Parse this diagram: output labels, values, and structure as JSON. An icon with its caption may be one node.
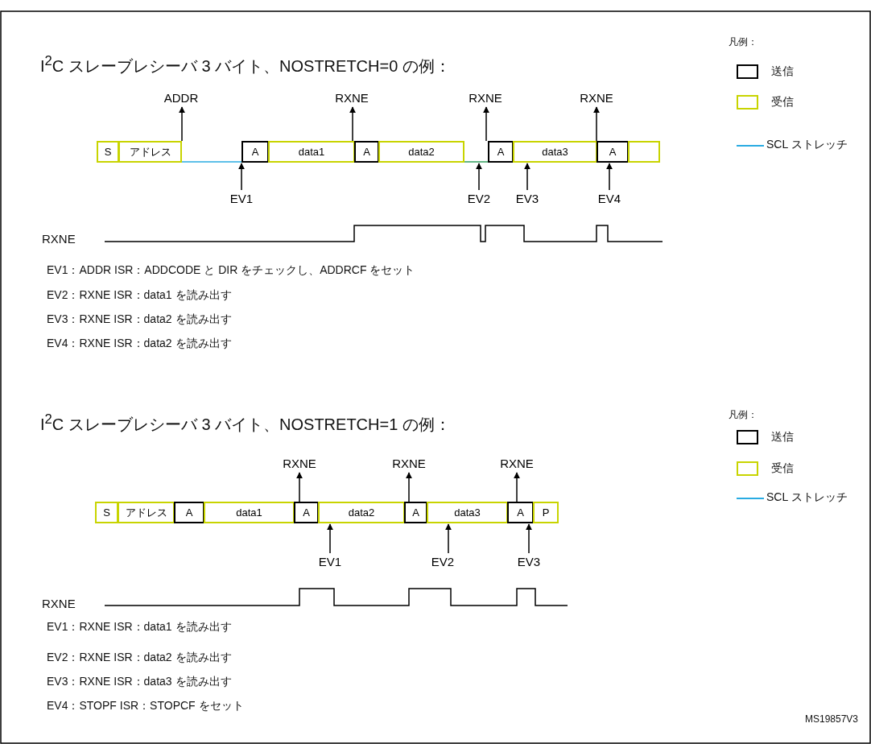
{
  "diagram": {
    "nodes": [
      {
        "text": [
          "S"
        ]
      },
      {
        "text": [
          "アドレス"
        ]
      },
      {
        "text": [
          "A"
        ]
      },
      {
        "text": [
          "data1"
        ]
      },
      {
        "text": [
          "A"
        ]
      },
      {
        "text": [
          "data2"
        ]
      },
      {
        "text": [
          "A"
        ]
      },
      {
        "text": [
          "data3"
        ]
      },
      {
        "text": [
          "A"
        ]
      },
      {
        "text": [],
        "shape": "box"
      },
      {
        "text": [
          "ADDR"
        ]
      },
      {
        "text": [
          "RXNE"
        ]
      },
      {
        "text": [
          "RXNE"
        ]
      },
      {
        "text": [
          "RXNE"
        ]
      },
      {
        "text": [
          "EV1"
        ]
      },
      {
        "text": [
          "EV2"
        ]
      },
      {
        "text": [
          "EV3"
        ]
      },
      {
        "text": [
          "EV4"
        ]
      },
      {
        "text": [
          "S"
        ]
      },
      {
        "text": [
          "アドレス"
        ]
      },
      {
        "text": [
          "A"
        ]
      },
      {
        "text": [
          "data1"
        ]
      },
      {
        "text": [
          "A"
        ]
      },
      {
        "text": [
          "data2"
        ]
      },
      {
        "text": [
          "A"
        ]
      },
      {
        "text": [
          "data3"
        ]
      },
      {
        "text": [
          "A"
        ]
      },
      {
        "text": [
          "P"
        ]
      },
      {
        "text": [
          "RXNE"
        ]
      },
      {
        "text": [
          "RXNE"
        ]
      },
      {
        "text": [
          "RXNE"
        ]
      },
      {
        "text": [
          "EV1"
        ]
      },
      {
        "text": [
          "EV2"
        ]
      },
      {
        "text": [
          "EV3"
        ]
      }
    ],
    "edges": [
      {
        "from": 1,
        "to": 10,
        "arrow": "to"
      },
      {
        "from": 4,
        "to": 11,
        "arrow": "to"
      },
      {
        "from": 6,
        "to": 12,
        "arrow": "to"
      },
      {
        "from": 8,
        "to": 13,
        "arrow": "to"
      },
      {
        "from": 14,
        "to": 2,
        "arrow": "to"
      },
      {
        "from": 15,
        "to": 6,
        "arrow": "to"
      },
      {
        "from": 16,
        "to": 7,
        "arrow": "to"
      },
      {
        "from": 17,
        "to": 8,
        "arrow": "to"
      },
      {
        "from": 1,
        "to": 2,
        "arrow": "none",
        "color": "#29abe2"
      },
      {
        "from": 5,
        "to": 6,
        "arrow": "none",
        "color": "#2e9e5b"
      },
      {
        "from": 22,
        "to": 28,
        "arrow": "to"
      },
      {
        "from": 24,
        "to": 29,
        "arrow": "to"
      },
      {
        "from": 26,
        "to": 30,
        "arrow": "to"
      },
      {
        "from": 31,
        "to": 23,
        "arrow": "to"
      },
      {
        "from": 32,
        "to": 25,
        "arrow": "to"
      },
      {
        "from": 33,
        "to": 26,
        "arrow": "to"
      }
    ],
    "labels": [
      "I$^{2}$C スレーブレシーバ 3 バイト、NOSTRETCH=0 の例：",
      "凡例：",
      "RXNE",
      "EV1：ADDR ISR：ADDCODE と DIR をチェックし、ADDRCF をセット",
      "EV2：RXNE ISR：data1 を読み出す",
      "EV3：RXNE ISR：data2 を読み出す",
      "EV4：RXNE ISR：data2 を読み出す",
      "I$^{2}$C スレーブレシーバ 3 バイト、NOSTRETCH=1 の例：",
      "凡例：",
      "RXNE",
      "EV1：RXNE ISR：data1 を読み出す",
      "EV2：RXNE ISR：data2 を読み出す",
      "EV3：RXNE ISR：data3 を読み出す",
      "EV4：STOPF ISR：STOPCF をセット",
      "MS19857V3"
    ],
    "legend": [
      {
        "text": "送信",
        "color": "#000000"
      },
      {
        "text": "受信",
        "color": "#c8d400"
      },
      {
        "text": "SCL ストレッチ",
        "color": "#29abe2"
      },
      {
        "text": "送信",
        "color": "#000000"
      },
      {
        "text": "受信",
        "color": "#c8d400"
      },
      {
        "text": "SCL ストレッチ",
        "color": "#29abe2"
      }
    ]
  }
}
